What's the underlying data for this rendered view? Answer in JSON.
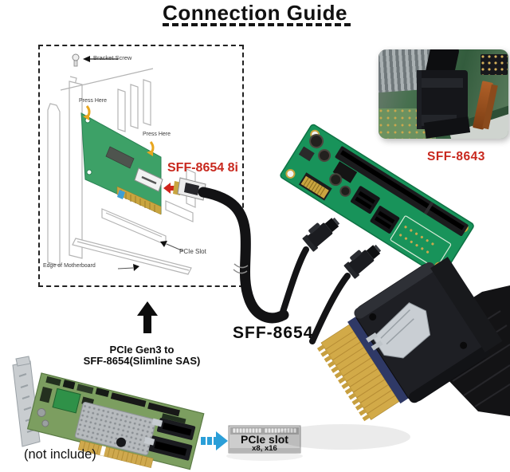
{
  "title": "Connection Guide",
  "diagram": {
    "bracket_screw": "Bracket Screw",
    "press_here_top": "Press Here",
    "press_here_side": "Press Here",
    "connector": "SFF-8654 8i",
    "pcie_slot": "PCIe Slot",
    "motherboard_edge": "Edge of Motherboard"
  },
  "labels": {
    "adapter": "SFF-8643",
    "cable": "SFF-8654"
  },
  "host_card": {
    "caption_line1": "PCIe Gen3 to",
    "caption_line2": "SFF-8654(Slimline SAS)",
    "note": "(not include)"
  },
  "slot_graphic": {
    "name": "PCIe slot",
    "sizes": "x8, x16"
  },
  "colors": {
    "label_red": "#c8281e",
    "arrow_blue": "#2b9fd8",
    "diagram_card_green": "#3da167",
    "adapter_card_green": "#18935a",
    "host_card_green": "#7c9e60",
    "connector_gold": "#cfa646",
    "cable_black": "#141416"
  }
}
